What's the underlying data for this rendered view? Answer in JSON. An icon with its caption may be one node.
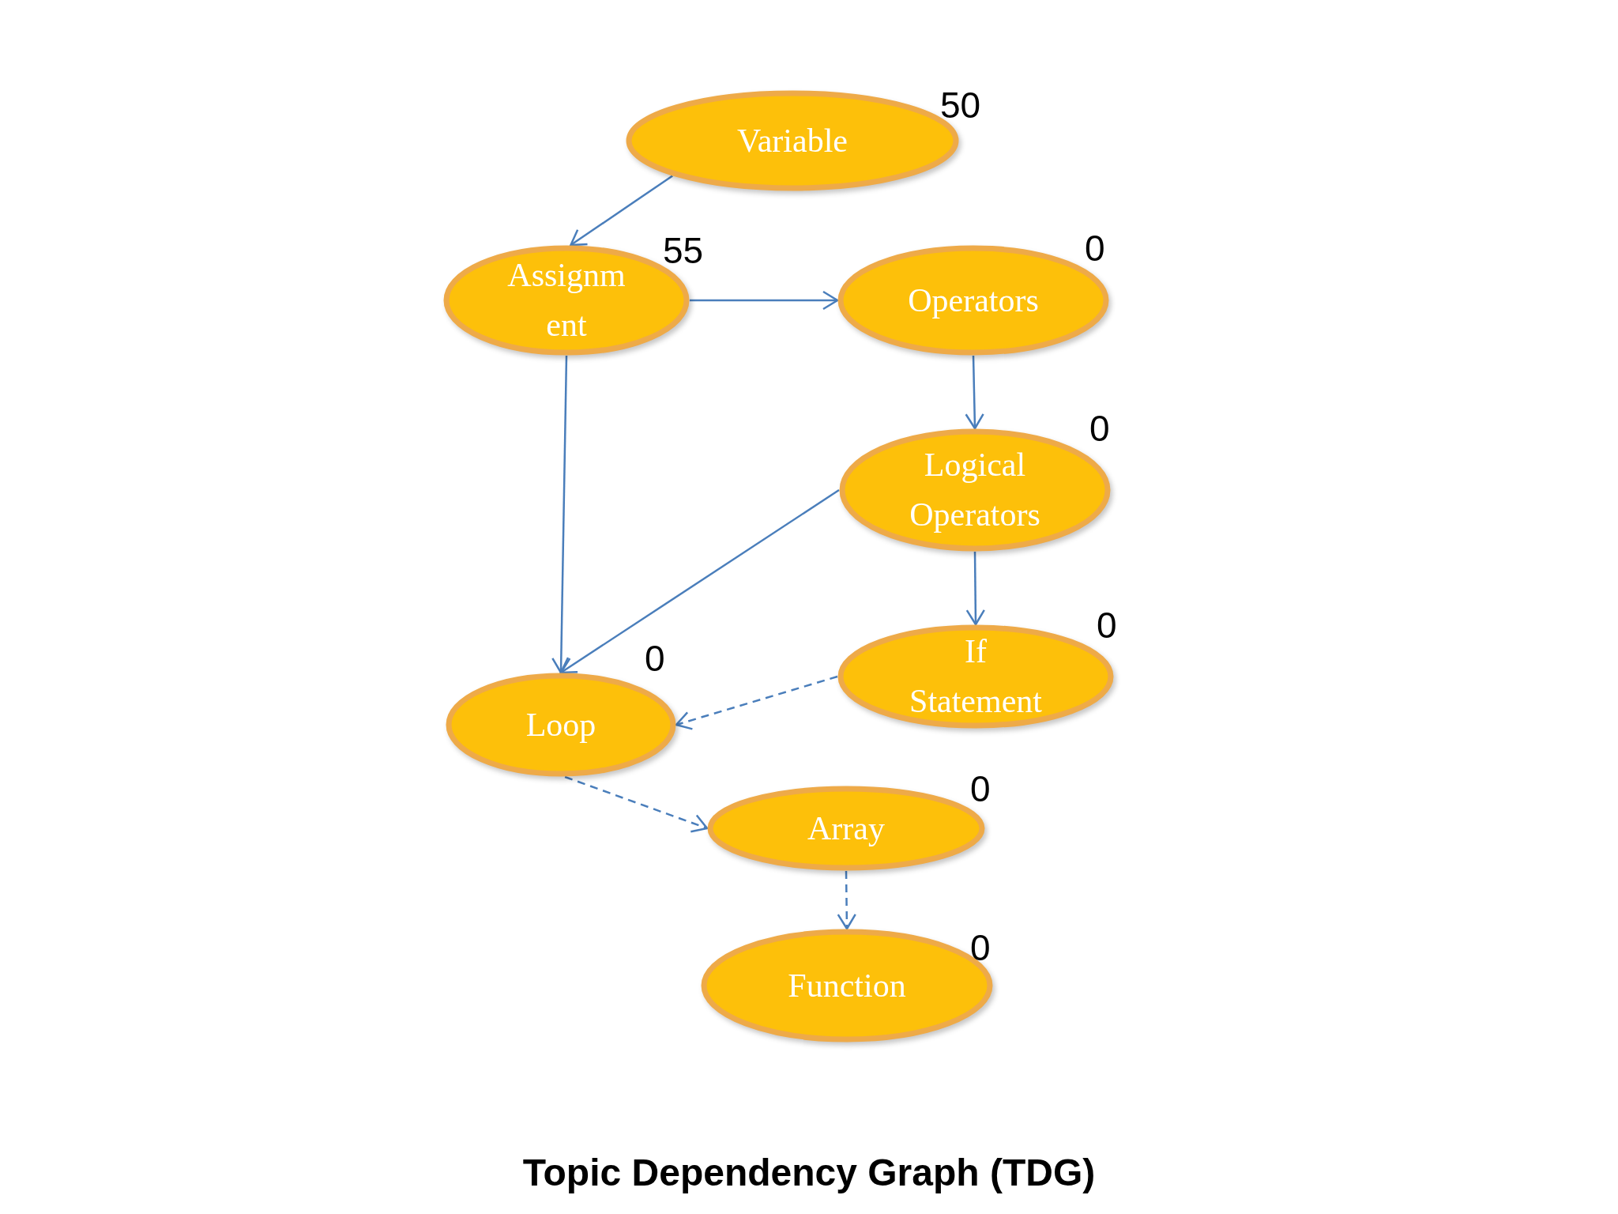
{
  "diagram": {
    "caption": "Topic Dependency Graph (TDG)",
    "nodes": [
      {
        "text": [
          "Variable"
        ],
        "beside": [
          "50"
        ]
      },
      {
        "text": [
          "Assignm ent"
        ],
        "beside": [
          "55"
        ]
      },
      {
        "text": [
          "Operators"
        ],
        "beside": [
          "0"
        ]
      },
      {
        "text": [
          "Logical Operators"
        ],
        "beside": [
          "0"
        ]
      },
      {
        "text": [
          "If Statement"
        ],
        "beside": [
          "0"
        ]
      },
      {
        "text": [
          "Loop"
        ],
        "beside": [
          "0"
        ]
      },
      {
        "text": [
          "Array"
        ],
        "beside": [
          "0"
        ]
      },
      {
        "text": [
          "Function"
        ],
        "beside": [
          "0"
        ]
      }
    ],
    "edges": [
      {
        "from": 0,
        "to": 1,
        "arrow": "to"
      },
      {
        "from": 1,
        "to": 2,
        "arrow": "to"
      },
      {
        "from": 1,
        "to": 5,
        "arrow": "to"
      },
      {
        "from": 2,
        "to": 3,
        "arrow": "to"
      },
      {
        "from": 3,
        "to": 5,
        "arrow": "to"
      },
      {
        "from": 3,
        "to": 4,
        "arrow": "to"
      },
      {
        "from": 4,
        "to": 5,
        "arrow": "to",
        "style": "dashed"
      },
      {
        "from": 5,
        "to": 6,
        "arrow": "to",
        "style": "dashed"
      },
      {
        "from": 6,
        "to": 7,
        "arrow": "to",
        "style": "dashed"
      }
    ]
  }
}
